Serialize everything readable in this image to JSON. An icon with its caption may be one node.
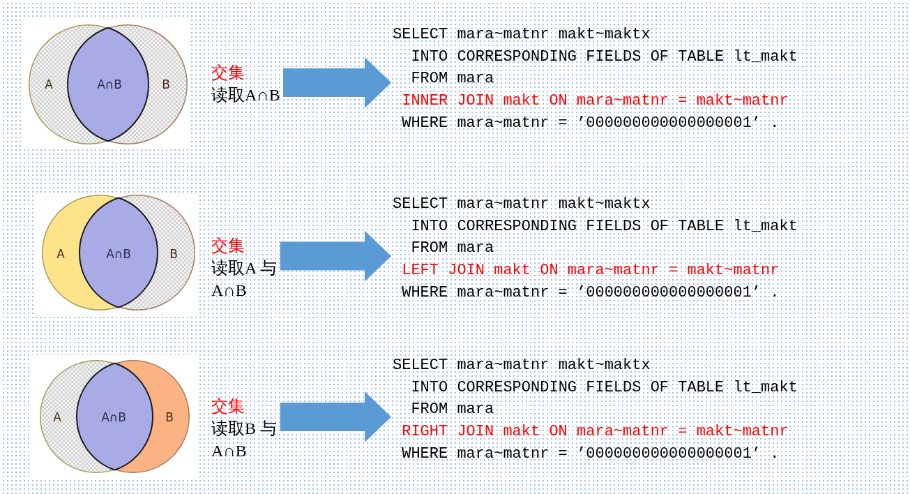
{
  "diagram": {
    "nodes": [
      {
        "text": [
          "A",
          "A∩B",
          "B"
        ]
      },
      {
        "text": [
          "交集",
          "读取A∩B"
        ]
      },
      {
        "text": [
          "SELECT mara~matnr makt~maktx",
          "INTO CORRESPONDING FIELDS OF TABLE lt_makt",
          "FROM mara",
          "INNER JOIN makt ON mara~matnr = makt~matnr",
          "WHERE mara~matnr = ’000000000000000001’ ."
        ]
      },
      {
        "text": [
          "A",
          "A∩B",
          "B"
        ]
      },
      {
        "text": [
          "交集",
          "读取A 与A∩B"
        ]
      },
      {
        "text": [
          "SELECT mara~matnr makt~maktx",
          "INTO CORRESPONDING FIELDS OF TABLE lt_makt",
          "FROM mara",
          "LEFT JOIN makt ON mara~matnr = makt~matnr",
          "WHERE mara~matnr = ’000000000000000001’ ."
        ]
      },
      {
        "text": [
          "A",
          "A∩B",
          "B"
        ]
      },
      {
        "text": [
          "交集",
          "读取B 与A∩B"
        ]
      },
      {
        "text": [
          "SELECT mara~matnr makt~maktx",
          "INTO CORRESPONDING FIELDS OF TABLE lt_makt",
          "FROM mara",
          "RIGHT JOIN makt ON mara~matnr = makt~matnr",
          "WHERE mara~matnr = ’000000000000000001’ ."
        ]
      }
    ],
    "edges": [
      {
        "from": 1,
        "to": 2,
        "arrow": "to"
      },
      {
        "from": 4,
        "to": 5,
        "arrow": "to"
      },
      {
        "from": 7,
        "to": 8,
        "arrow": "to"
      }
    ]
  }
}
